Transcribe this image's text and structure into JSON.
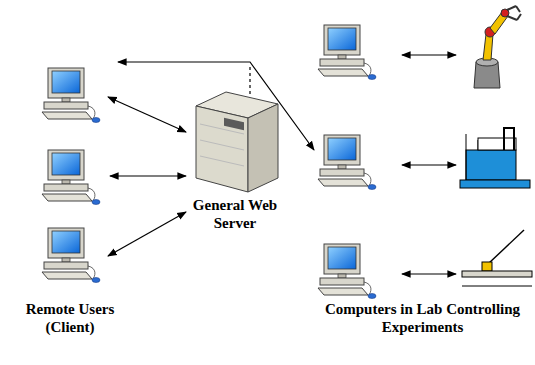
{
  "diagram": {
    "nodes": [
      {
        "text": [
          "General Web Server"
        ]
      }
    ],
    "labels": [
      "Remote Users (Client)",
      "Computers in Lab Controlling Experiments"
    ]
  }
}
